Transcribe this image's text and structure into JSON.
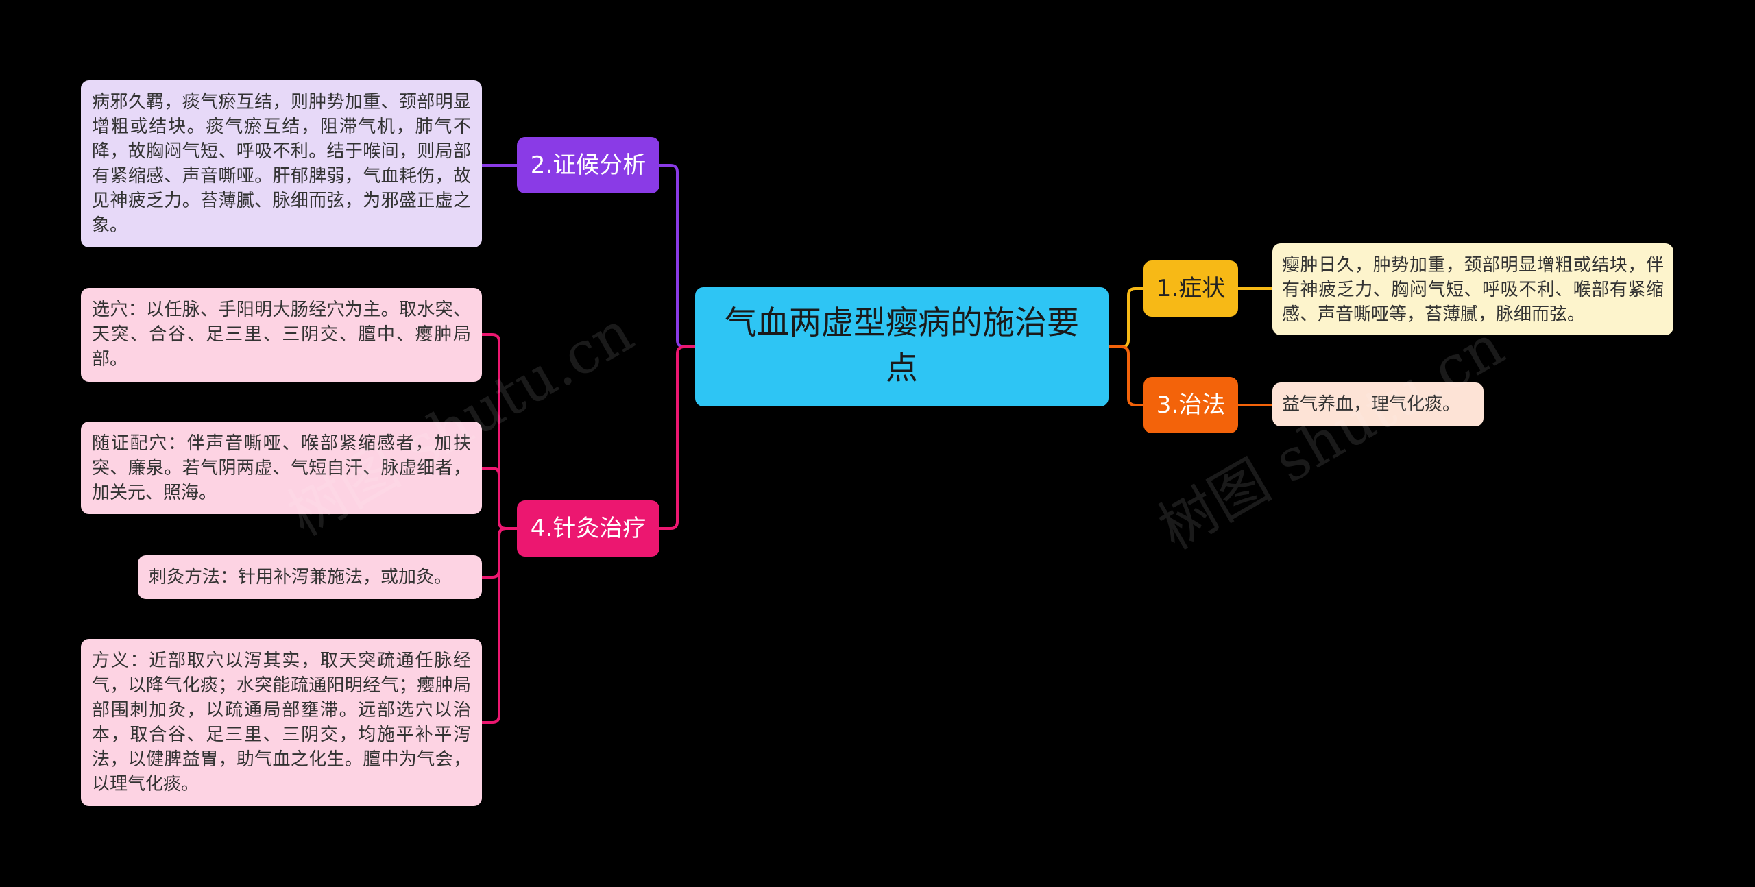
{
  "root": {
    "title": "气血两虚型瘿病的施治要点"
  },
  "branches": {
    "symptoms": {
      "label": "1.症状",
      "color": "#f7b916",
      "leaf": "瘿肿日久，肿势加重，颈部明显增粗或结块，伴有神疲乏力、胸闷气短、呼吸不利、喉部有紧缩感、声音嘶哑等，苔薄腻，脉细而弦。"
    },
    "analysis": {
      "label": "2.证候分析",
      "color": "#8a3be6",
      "leaf": "病邪久羁，痰气瘀互结，则肿势加重、颈部明显增粗或结块。痰气瘀互结，阻滞气机，肺气不降，故胸闷气短、呼吸不利。结于喉间，则局部有紧缩感、声音嘶哑。肝郁脾弱，气血耗伤，故见神疲乏力。苔薄腻、脉细而弦，为邪盛正虚之象。"
    },
    "treatment": {
      "label": "3.治法",
      "color": "#f3630a",
      "leaf": "益气养血，理气化痰。"
    },
    "acupuncture": {
      "label": "4.针灸治疗",
      "color": "#ec1770",
      "leaves": [
        "选穴：以任脉、手阳明大肠经穴为主。取水突、天突、合谷、足三里、三阴交、膻中、瘿肿局部。",
        "随证配穴：伴声音嘶哑、喉部紧缩感者，加扶突、廉泉。若气阴两虚、气短自汗、脉虚细者，加关元、照海。",
        "刺灸方法：针用补泻兼施法，或加灸。",
        "方义：近部取穴以泻其实，取天突疏通任脉经气，以降气化痰；水突能疏通阳明经气；瘿肿局部围刺加灸，以疏通局部壅滞。远部选穴以治本，取合谷、足三里、三阴交，均施平补平泻法，以健脾益胃，助气血之化生。膻中为气会，以理气化痰。"
      ]
    }
  },
  "watermark": "树图 shutu.cn"
}
